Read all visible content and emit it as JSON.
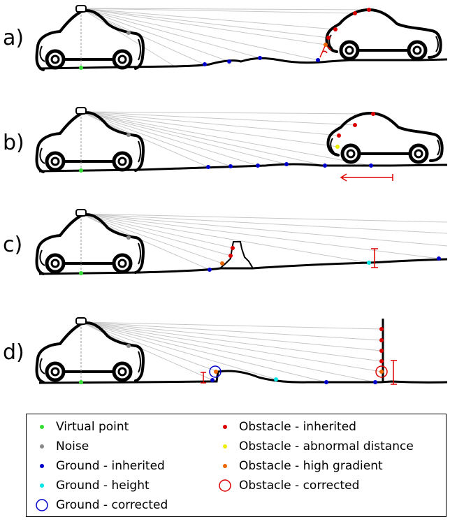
{
  "panels": [
    {
      "label": "a)"
    },
    {
      "label": "b)"
    },
    {
      "label": "c)"
    },
    {
      "label": "d)"
    }
  ],
  "legend": {
    "left": [
      {
        "label": "Virtual point",
        "marker": "dot",
        "color": "#33dd33"
      },
      {
        "label": "Noise",
        "marker": "dot",
        "color": "#888888"
      },
      {
        "label": "Ground - inherited",
        "marker": "dot",
        "color": "#0000cc"
      },
      {
        "label": "Ground - height",
        "marker": "dot",
        "color": "#00e5e5"
      },
      {
        "label": "Ground - corrected",
        "marker": "ring",
        "color": "#0000cc"
      }
    ],
    "right": [
      {
        "label": "Obstacle - inherited",
        "marker": "dot",
        "color": "#dd0000"
      },
      {
        "label": "Obstacle - abnormal distance",
        "marker": "dot",
        "color": "#eeee00"
      },
      {
        "label": "Obstacle - high gradient",
        "marker": "dot",
        "color": "#ee6600"
      },
      {
        "label": "Obstacle - corrected",
        "marker": "ring",
        "color": "#dd0000"
      }
    ]
  },
  "colors": {
    "virtual": "#33dd33",
    "noise": "#888888",
    "ground": "#0000cc",
    "ground_height": "#00e5e5",
    "obstacle": "#dd0000",
    "abnormal": "#eeee00",
    "gradient": "#ee6600",
    "ray": "#c8c8c8",
    "annotation": "#dd0000"
  }
}
